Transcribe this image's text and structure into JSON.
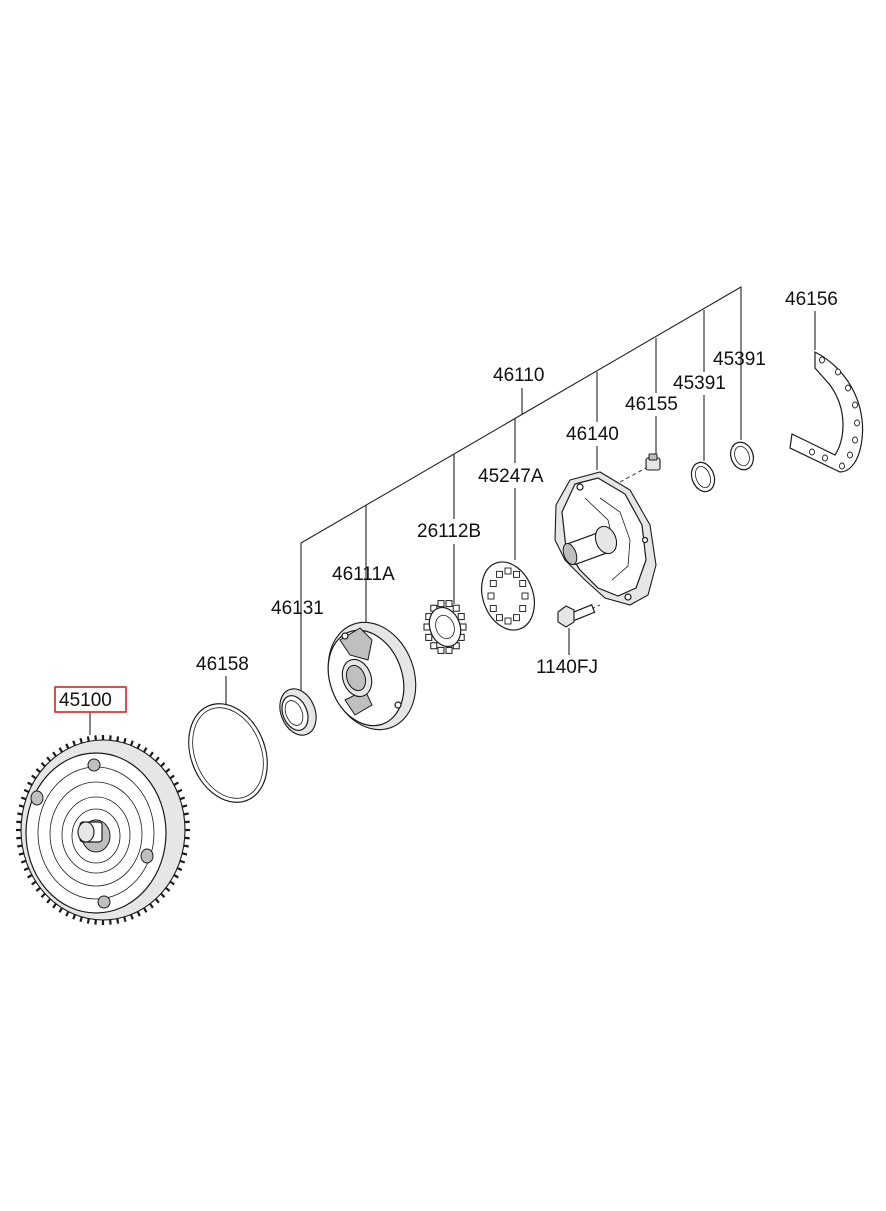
{
  "labels": {
    "p45100": "45100",
    "p46158": "46158",
    "p46131": "46131",
    "p46111A": "46111A",
    "p26112B": "26112B",
    "p45247A": "45247A",
    "p46110": "46110",
    "p46140": "46140",
    "p46155": "46155",
    "p45391a": "45391",
    "p45391b": "45391",
    "p46156": "46156",
    "p1140FJ": "1140FJ"
  },
  "highlight": {
    "part": "45100",
    "color": "#e02020"
  }
}
